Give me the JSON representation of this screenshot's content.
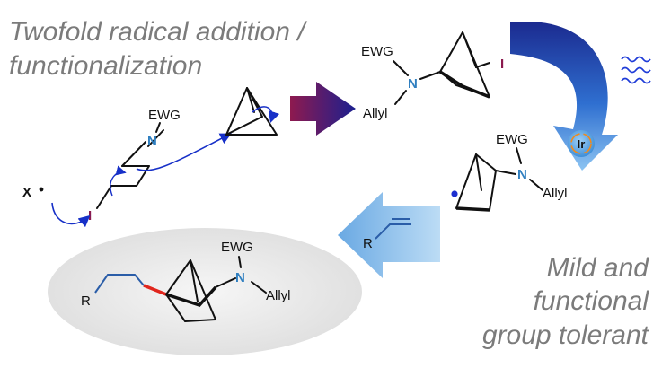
{
  "headline_top": [
    "Twofold radical addition /",
    "functionalization"
  ],
  "headline_bottom": [
    "Mild and",
    "functional",
    "group tolerant"
  ],
  "labels": {
    "x": "X",
    "ewg": "EWG",
    "n": "N",
    "allyl": "Allyl",
    "iodine": "I",
    "ir": "Ir",
    "r": "R"
  },
  "colors": {
    "headline_text": "#7b7b7b",
    "nitrogen": "#2f7fc0",
    "iodine": "#8b1a4e",
    "mechanism_arrow": "#1730c8",
    "arrow_start": "#8e1a4f",
    "arrow_end": "#1b1f8f",
    "light_blue_arrow": "#6aa9e3",
    "ir_ring": "#f08a1c",
    "radical_dot": "#1d2fd0",
    "new_bond": "#e0261d",
    "r_chain": "#2a5da8",
    "product_oval": "#e6e6e6"
  }
}
